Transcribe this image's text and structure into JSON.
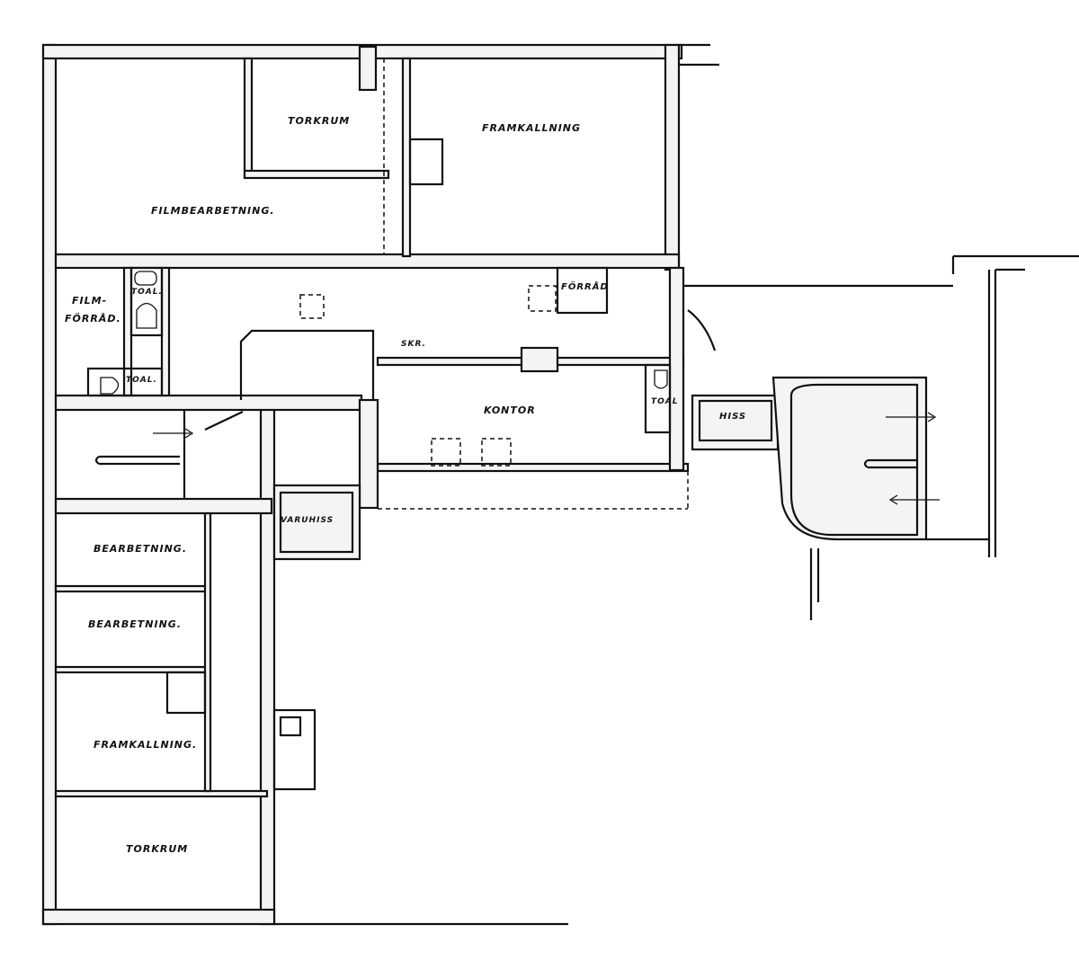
{
  "plan": {
    "rooms": {
      "torkrum_top": "TORKRUM",
      "framkallning_top": "FRAMKALLNING",
      "filmbearbetning": "FILMBEARBETNING.",
      "film": "FILM-",
      "forrad_film": "FÖRRÅD.",
      "toal_1": "TOAL.",
      "toal_2": "TOAL.",
      "forrad": "FÖRRÅD",
      "skr": "SKR.",
      "kontor": "KONTOR",
      "toal_3": "TOAL",
      "hiss": "HISS",
      "varuhiss": "VARUHISS",
      "bearbetning_1": "BEARBETNING.",
      "bearbetning_2": "BEARBETNING.",
      "framkallning_bottom": "FRAMKALLNING.",
      "torkrum_bottom": "TORKRUM"
    }
  }
}
